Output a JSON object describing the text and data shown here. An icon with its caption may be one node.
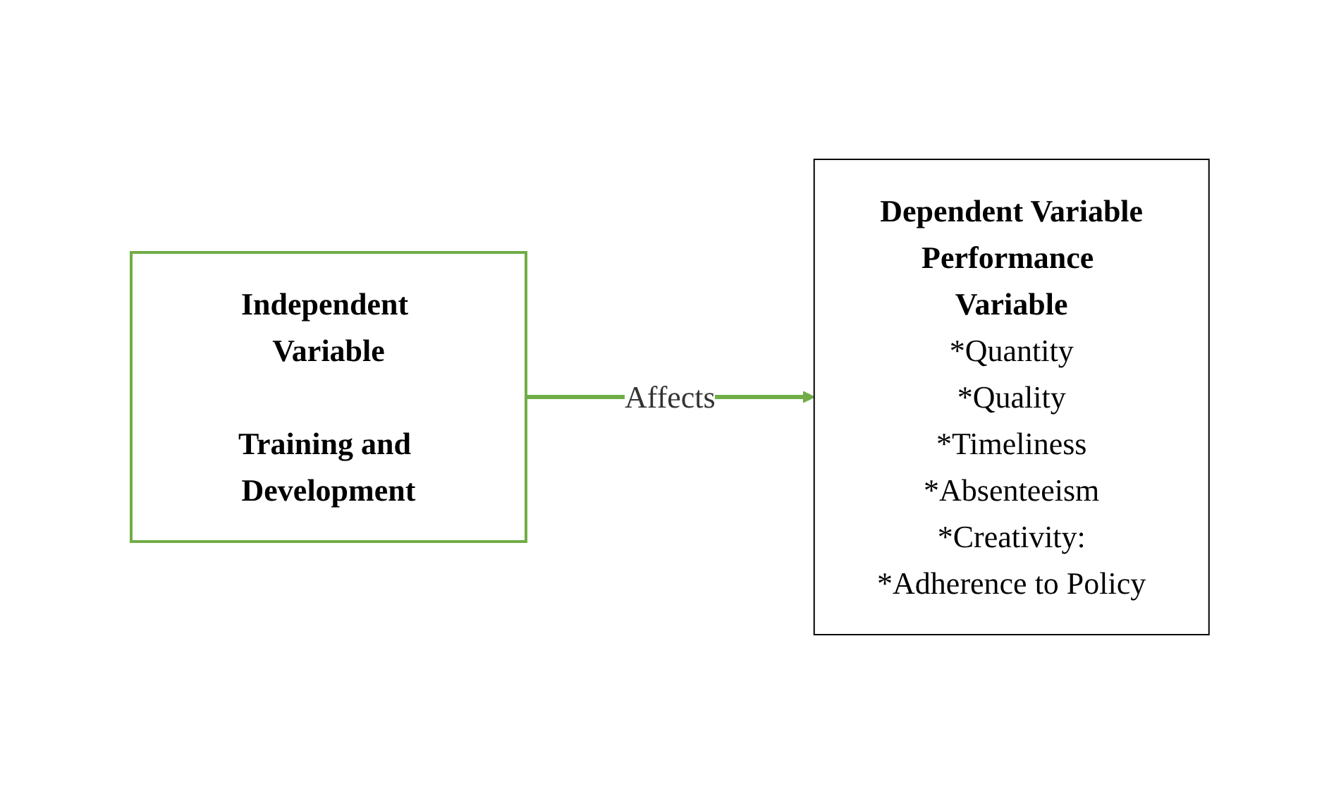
{
  "diagram": {
    "nodes": [
      {
        "text": [
          "Independent Variable",
          "Training and Development"
        ]
      },
      {
        "text": [
          "Dependent Variable",
          "Performance Variable",
          "*Quantity",
          "*Quality",
          "*Timeliness",
          "*Absenteeism",
          "*Creativity:",
          "*Adherence to Policy"
        ]
      }
    ],
    "edges": [
      {
        "from": 0,
        "to": 1,
        "label": "Affects",
        "arrow": "to"
      }
    ]
  }
}
